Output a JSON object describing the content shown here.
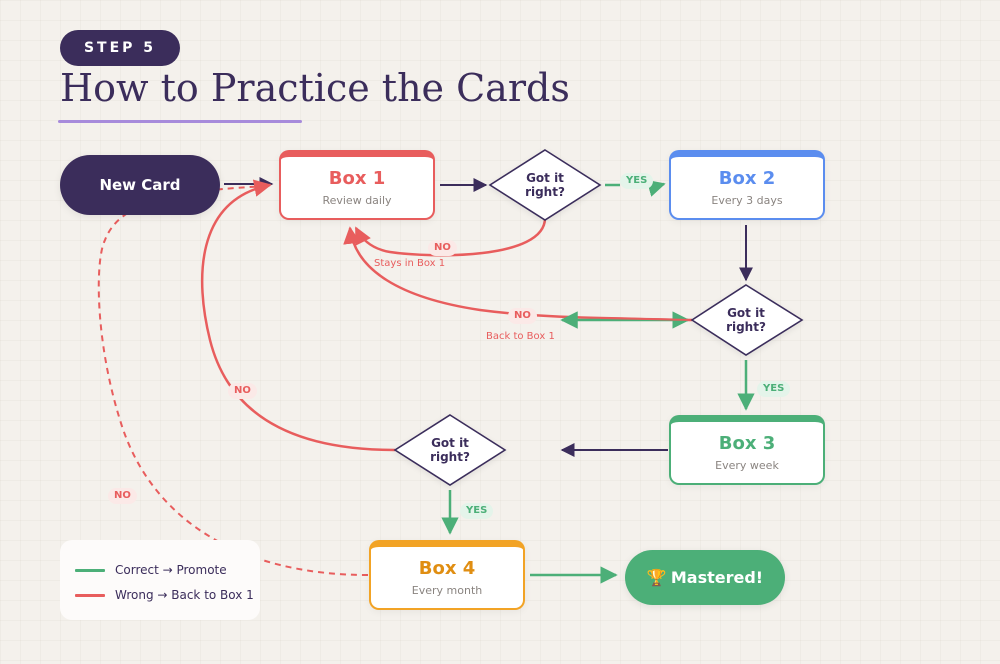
{
  "header": {
    "step_label": "STEP 5",
    "title": "How to Practice the Cards"
  },
  "colors": {
    "primary": "#3b2d5b",
    "correct": "#4caf78",
    "wrong": "#e85d5d",
    "box1": "#e85d5d",
    "box2": "#5b8def",
    "box3": "#4caf78",
    "box4": "#f2a325",
    "accent_underline": "#a78bdb"
  },
  "nodes": {
    "start": {
      "label": "New Card"
    },
    "box1": {
      "title": "Box 1",
      "subtitle": "Review daily"
    },
    "box2": {
      "title": "Box 2",
      "subtitle": "Every 3 days"
    },
    "box3": {
      "title": "Box 3",
      "subtitle": "Every week"
    },
    "box4": {
      "title": "Box 4",
      "subtitle": "Every month"
    },
    "decisions": [
      {
        "line1": "Got it",
        "line2": "right?"
      },
      {
        "line1": "Got it",
        "line2": "right?"
      },
      {
        "line1": "Got it",
        "line2": "right?"
      }
    ],
    "end": {
      "icon": "trophy-icon",
      "glyph": "🏆",
      "label": "Mastered!"
    }
  },
  "edge_labels": {
    "yes": "YES",
    "no": "NO",
    "stays_in_box1": "Stays in Box 1",
    "back_to_box1": "Back to Box 1"
  },
  "legend": {
    "items": [
      {
        "label": "Correct → Promote",
        "color": "#4caf78"
      },
      {
        "label": "Wrong → Back to Box 1",
        "color": "#e85d5d"
      }
    ]
  }
}
